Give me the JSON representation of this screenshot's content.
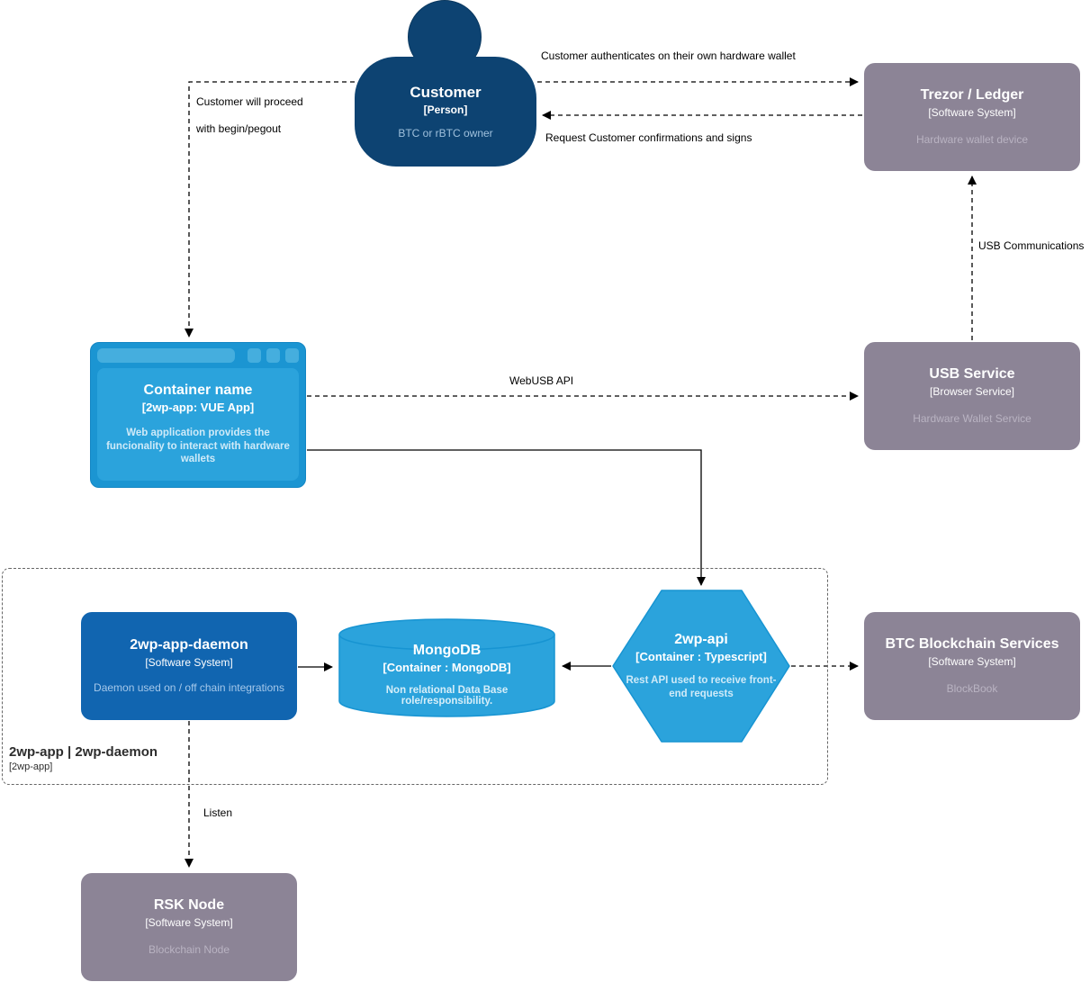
{
  "nodes": {
    "customer": {
      "title": "Customer",
      "subtitle": "[Person]",
      "desc": "BTC or rBTC owner"
    },
    "trezor": {
      "title": "Trezor / Ledger",
      "subtitle": "[Software System]",
      "desc": "Hardware wallet device"
    },
    "webapp": {
      "title": "Container name",
      "subtitle": "[2wp-app: VUE App]",
      "desc": "Web application provides the funcionality to interact with hardware wallets"
    },
    "usb_service": {
      "title": "USB Service",
      "subtitle": "[Browser Service]",
      "desc": "Hardware Wallet Service"
    },
    "daemon": {
      "title": "2wp-app-daemon",
      "subtitle": "[Software System]",
      "desc": "Daemon used on / off chain integrations"
    },
    "mongodb": {
      "title": "MongoDB",
      "subtitle": "[Container : MongoDB]",
      "desc": "Non relational Data Base role/responsibility."
    },
    "api": {
      "title": "2wp-api",
      "subtitle": "[Container : Typescript]",
      "desc": "Rest API used to receive front-end requests"
    },
    "btc": {
      "title": "BTC Blockchain Services",
      "subtitle": "[Software System]",
      "desc": "BlockBook"
    },
    "rsk": {
      "title": "RSK Node",
      "subtitle": "[Software System]",
      "desc": "Blockchain Node"
    }
  },
  "boundary": {
    "title": "2wp-app | 2wp-daemon",
    "subtitle": "[2wp-app]"
  },
  "edges": {
    "authenticate": "Customer authenticates on their own hardware wallet",
    "confirmations": "Request Customer confirmations and signs",
    "proceed_line1": "Customer will proceed",
    "proceed_line2": "with begin/pegout",
    "usb_comm": "USB Communications",
    "webusb": "WebUSB API",
    "listen": "Listen"
  },
  "colors": {
    "person_fill": "#0d4372",
    "external_fill": "#8c8496",
    "container_fill": "#2ba3dc",
    "container_border": "#1794d2",
    "daemon_fill": "#1165b0",
    "line": "#000000",
    "boundary_border": "#666666"
  }
}
